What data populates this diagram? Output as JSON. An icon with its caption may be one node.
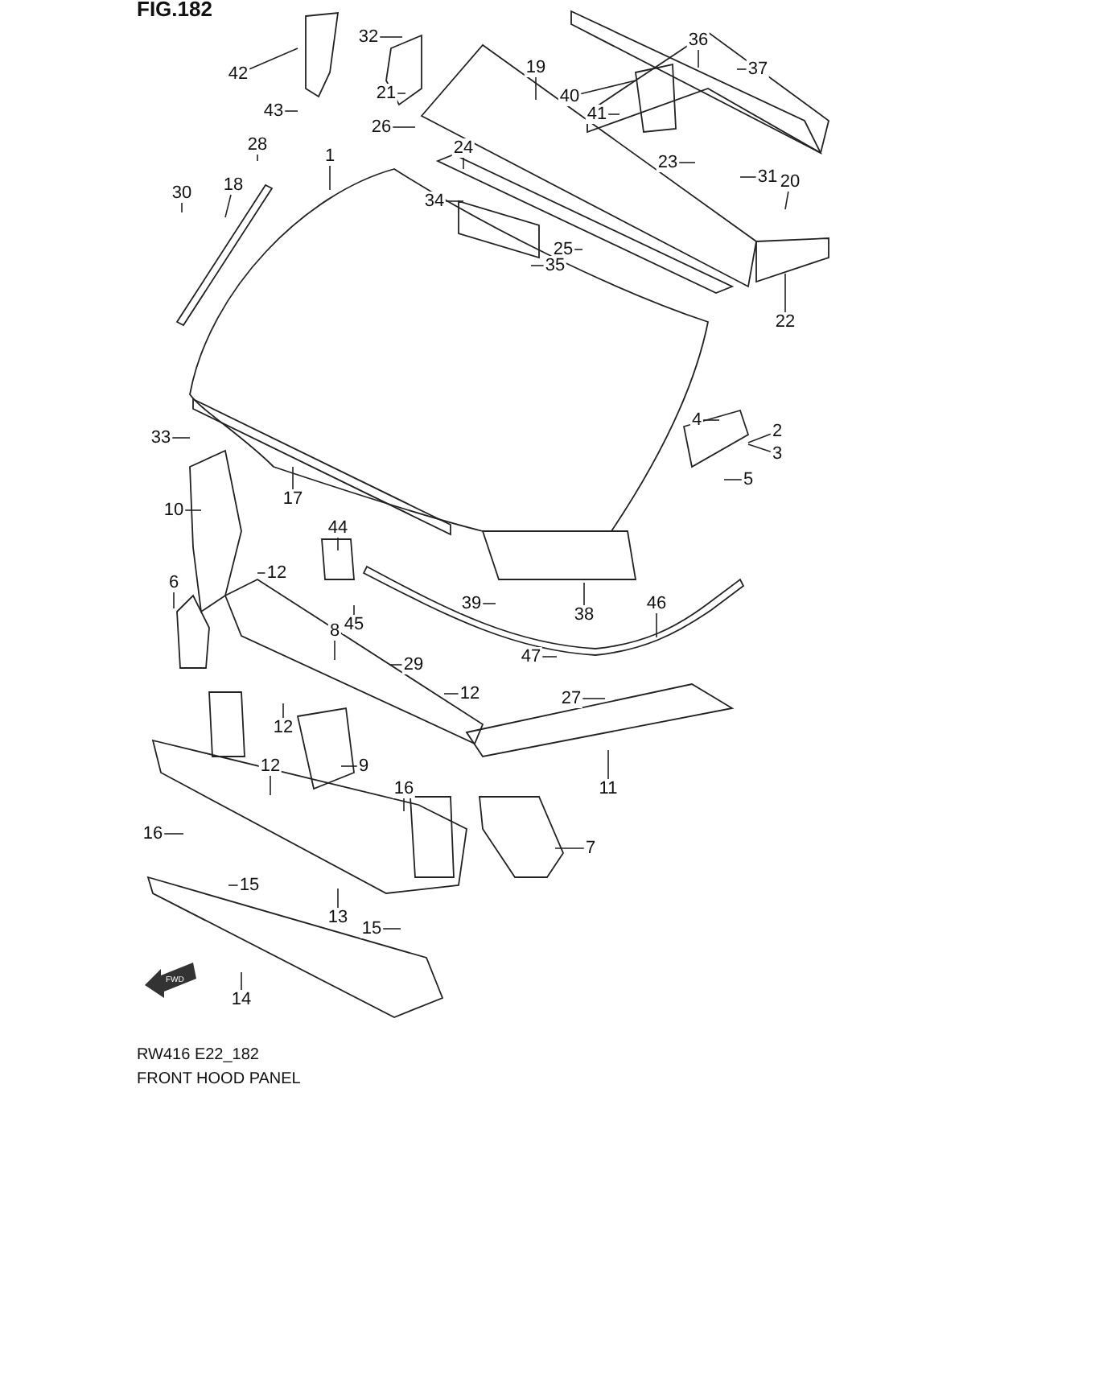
{
  "diagram": {
    "title": "FIG.182",
    "caption": "FRONT HOOD PANEL",
    "nodes": [
      {
        "text": [
          "42"
        ]
      },
      {
        "text": [
          "43"
        ]
      },
      {
        "text": [
          "32"
        ]
      },
      {
        "text": [
          "21"
        ]
      },
      {
        "text": [
          "26"
        ]
      },
      {
        "text": [
          "19"
        ]
      },
      {
        "text": [
          "40"
        ]
      },
      {
        "text": [
          "41"
        ]
      },
      {
        "text": [
          "36"
        ]
      },
      {
        "text": [
          "37"
        ]
      },
      {
        "text": [
          "28"
        ]
      },
      {
        "text": [
          "1"
        ]
      },
      {
        "text": [
          "24"
        ]
      },
      {
        "text": [
          "23"
        ]
      },
      {
        "text": [
          "30"
        ]
      },
      {
        "text": [
          "18"
        ]
      },
      {
        "text": [
          "31"
        ]
      },
      {
        "text": [
          "20"
        ]
      },
      {
        "text": [
          "34"
        ]
      },
      {
        "text": [
          "25"
        ]
      },
      {
        "text": [
          "35"
        ]
      },
      {
        "text": [
          "22"
        ]
      },
      {
        "text": [
          "4"
        ]
      },
      {
        "text": [
          "2"
        ]
      },
      {
        "text": [
          "33"
        ]
      },
      {
        "text": [
          "3"
        ]
      },
      {
        "text": [
          "5"
        ]
      },
      {
        "text": [
          "17"
        ]
      },
      {
        "text": [
          "10"
        ]
      },
      {
        "text": [
          "44"
        ]
      },
      {
        "text": [
          "12"
        ]
      },
      {
        "text": [
          "6"
        ]
      },
      {
        "text": [
          "39"
        ]
      },
      {
        "text": [
          "46"
        ]
      },
      {
        "text": [
          "38"
        ]
      },
      {
        "text": [
          "45"
        ]
      },
      {
        "text": [
          "47"
        ]
      },
      {
        "text": [
          "8"
        ]
      },
      {
        "text": [
          "29"
        ]
      },
      {
        "text": [
          "12"
        ]
      },
      {
        "text": [
          "27"
        ]
      },
      {
        "text": [
          "12"
        ]
      },
      {
        "text": [
          "9"
        ]
      },
      {
        "text": [
          "11"
        ]
      },
      {
        "text": [
          "12"
        ]
      },
      {
        "text": [
          "16"
        ]
      },
      {
        "text": [
          "16"
        ]
      },
      {
        "text": [
          "7"
        ]
      },
      {
        "text": [
          "15"
        ]
      },
      {
        "text": [
          "13"
        ]
      },
      {
        "text": [
          "15"
        ]
      },
      {
        "text": [
          "14"
        ]
      }
    ],
    "edges": [
      {
        "from": 0,
        "to": null,
        "arrow": "none"
      },
      {
        "from": 1,
        "to": null,
        "arrow": "none"
      },
      {
        "from": 2,
        "to": null,
        "arrow": "none"
      },
      {
        "from": 3,
        "to": null,
        "arrow": "none"
      },
      {
        "from": 4,
        "to": null,
        "arrow": "none"
      },
      {
        "from": 5,
        "to": null,
        "arrow": "none"
      },
      {
        "from": 6,
        "to": null,
        "arrow": "none"
      },
      {
        "from": 7,
        "to": null,
        "arrow": "none"
      },
      {
        "from": 8,
        "to": null,
        "arrow": "none"
      },
      {
        "from": 9,
        "to": null,
        "arrow": "none"
      },
      {
        "from": 10,
        "to": null,
        "arrow": "none"
      },
      {
        "from": 11,
        "to": null,
        "arrow": "none"
      },
      {
        "from": 12,
        "to": null,
        "arrow": "none"
      },
      {
        "from": 13,
        "to": null,
        "arrow": "none"
      },
      {
        "from": 14,
        "to": null,
        "arrow": "none"
      },
      {
        "from": 15,
        "to": null,
        "arrow": "none"
      },
      {
        "from": 16,
        "to": null,
        "arrow": "none"
      },
      {
        "from": 17,
        "to": null,
        "arrow": "none"
      },
      {
        "from": 18,
        "to": null,
        "arrow": "none"
      },
      {
        "from": 19,
        "to": null,
        "arrow": "none"
      },
      {
        "from": 20,
        "to": null,
        "arrow": "none"
      },
      {
        "from": 21,
        "to": null,
        "arrow": "none"
      },
      {
        "from": 22,
        "to": null,
        "arrow": "none"
      },
      {
        "from": 23,
        "to": null,
        "arrow": "none"
      },
      {
        "from": 24,
        "to": null,
        "arrow": "none"
      },
      {
        "from": 25,
        "to": null,
        "arrow": "none"
      },
      {
        "from": 26,
        "to": null,
        "arrow": "none"
      },
      {
        "from": 27,
        "to": null,
        "arrow": "none"
      },
      {
        "from": 28,
        "to": null,
        "arrow": "none"
      },
      {
        "from": 29,
        "to": null,
        "arrow": "none"
      },
      {
        "from": 30,
        "to": null,
        "arrow": "none"
      },
      {
        "from": 31,
        "to": null,
        "arrow": "none"
      },
      {
        "from": 32,
        "to": null,
        "arrow": "none"
      },
      {
        "from": 33,
        "to": null,
        "arrow": "none"
      },
      {
        "from": 34,
        "to": null,
        "arrow": "none"
      },
      {
        "from": 35,
        "to": null,
        "arrow": "none"
      },
      {
        "from": 36,
        "to": null,
        "arrow": "none"
      },
      {
        "from": 37,
        "to": null,
        "arrow": "none"
      },
      {
        "from": 38,
        "to": null,
        "arrow": "none"
      },
      {
        "from": 39,
        "to": null,
        "arrow": "none"
      },
      {
        "from": 40,
        "to": null,
        "arrow": "none"
      },
      {
        "from": 41,
        "to": null,
        "arrow": "none"
      },
      {
        "from": 42,
        "to": null,
        "arrow": "none"
      },
      {
        "from": 43,
        "to": null,
        "arrow": "none"
      },
      {
        "from": 44,
        "to": null,
        "arrow": "none"
      },
      {
        "from": 45,
        "to": null,
        "arrow": "none"
      },
      {
        "from": 46,
        "to": null,
        "arrow": "none"
      },
      {
        "from": 47,
        "to": null,
        "arrow": "none"
      },
      {
        "from": 48,
        "to": null,
        "arrow": "none"
      },
      {
        "from": 49,
        "to": null,
        "arrow": "none"
      },
      {
        "from": 50,
        "to": null,
        "arrow": "none"
      },
      {
        "from": 51,
        "to": null,
        "arrow": "none"
      }
    ],
    "labels": [
      "FWD",
      "RW416 E22_182"
    ]
  }
}
